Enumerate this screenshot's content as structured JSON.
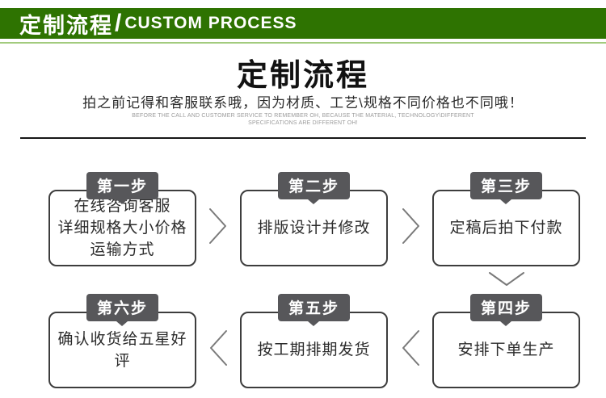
{
  "header": {
    "title_cn": "定制流程",
    "separator": "/",
    "title_en": "CUSTOM PROCESS"
  },
  "intro": {
    "title": "定制流程",
    "subtitle": "拍之前记得和客服联系哦，因为材质、工艺\\规格不同价格也不同哦！",
    "note_line1": "BEFORE THE CALL AND CUSTOMER SERVICE TO REMEMBER OH, BECAUSE THE MATERIAL, TECHNOLOGY\\DIFFERENT",
    "note_line2": "SPECIFICATIONS ARE DIFFERENT OH!"
  },
  "steps": [
    {
      "label": "第一步",
      "lines": [
        "在线咨询客服",
        "详细规格大小价格",
        "运输方式"
      ]
    },
    {
      "label": "第二步",
      "lines": [
        "排版设计并修改"
      ]
    },
    {
      "label": "第三步",
      "lines": [
        "定稿后拍下付款"
      ]
    },
    {
      "label": "第四步",
      "lines": [
        "安排下单生产"
      ]
    },
    {
      "label": "第五步",
      "lines": [
        "按工期排期发货"
      ]
    },
    {
      "label": "第六步",
      "lines": [
        "确认收货给五星好评"
      ]
    }
  ],
  "colors": {
    "header_green": "#2e7301",
    "underline_green": "#a2cb7e",
    "tab_bg": "#57575a",
    "box_border": "#3d3d3d",
    "step_text": "#2b2b2b",
    "arrow": "#7a7a7a"
  }
}
